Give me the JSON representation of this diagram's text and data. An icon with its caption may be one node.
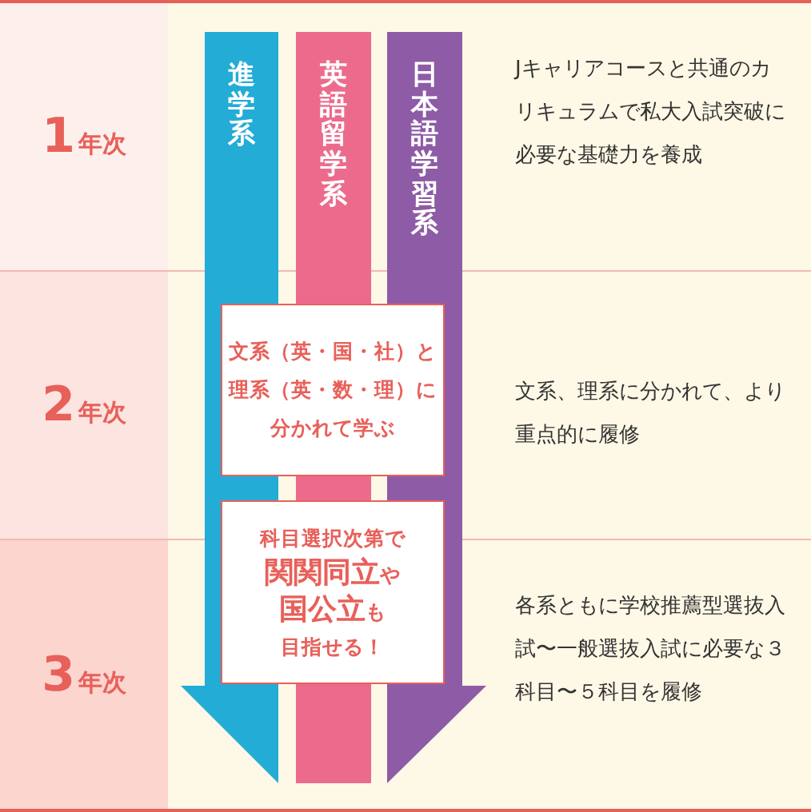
{
  "diagram": {
    "nodes": [
      {
        "text": [
          "**1**年次",
          "Jキャリアコースと共通のカリキュラムで私大入試突破に必要な基礎力を養成"
        ]
      },
      {
        "text": [
          "**2**年次",
          "文系、理系に分かれて、より重点的に履修"
        ]
      },
      {
        "text": [
          "**3**年次",
          "各系ともに学校推薦型選抜入試〜一般選抜入試に必要な３科目〜５科目を履修"
        ]
      },
      {
        "text": [
          "進学系"
        ]
      },
      {
        "text": [
          "英語留学系"
        ]
      },
      {
        "text": [
          "日本語学習系"
        ]
      },
      {
        "text": [
          "文系（英・国・社）と理系（英・数・理）に分かれて学ぶ"
        ],
        "in": 1
      },
      {
        "text": [
          "科目選択次第で",
          "**関関同立**や",
          "**国公立**も",
          "目指せる！"
        ]
      }
    ]
  }
}
